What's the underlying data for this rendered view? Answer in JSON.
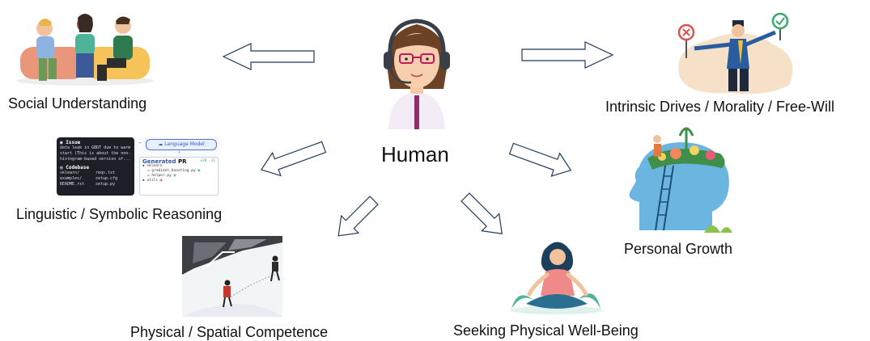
{
  "center": {
    "label": "Human"
  },
  "nodes": {
    "social": {
      "label": "Social Understanding"
    },
    "intrinsic": {
      "label": "Intrinsic Drives / Morality / Free-Will"
    },
    "linguistic": {
      "label": "Linguistic / Symbolic Reasoning"
    },
    "personal": {
      "label": "Personal Growth"
    },
    "physical": {
      "label": "Physical / Spatial Competence"
    },
    "wellbeing": {
      "label": "Seeking Physical Well-Being"
    }
  },
  "code_illustration": {
    "issue_title": "Issue",
    "issue_text": [
      "data leak in GBDT due to warm",
      "start (This is about the non-",
      "histogram-based version of..."
    ],
    "codebase_title": "Codebase",
    "codebase_items": [
      "sklearn/",
      "reqs.txt",
      "examples/",
      "setup.cfg",
      "README.rst",
      "setup.py"
    ],
    "model_label": "Language Model",
    "pr_title_a": "Generated",
    "pr_title_b": "PR",
    "pr_stats": "+20 -12",
    "pr_files": [
      "sklearn",
      "gradient_boosting.py",
      "helper.py",
      "utils"
    ]
  },
  "colors": {
    "arrow_stroke": "#1f3a5f",
    "headset": "#3a3f47",
    "glasses": "#c2185b",
    "sky_blue": "#6bb6e0"
  }
}
